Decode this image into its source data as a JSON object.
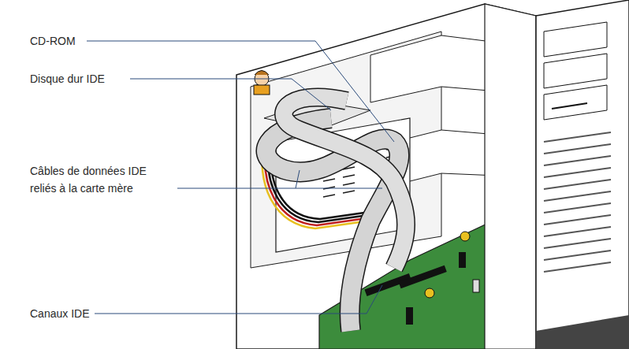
{
  "diagram": {
    "labels": [
      "CD-ROM",
      "Disque dur IDE",
      "Câbles de données IDE reliés à la carte mère",
      "Canaux IDE"
    ]
  }
}
